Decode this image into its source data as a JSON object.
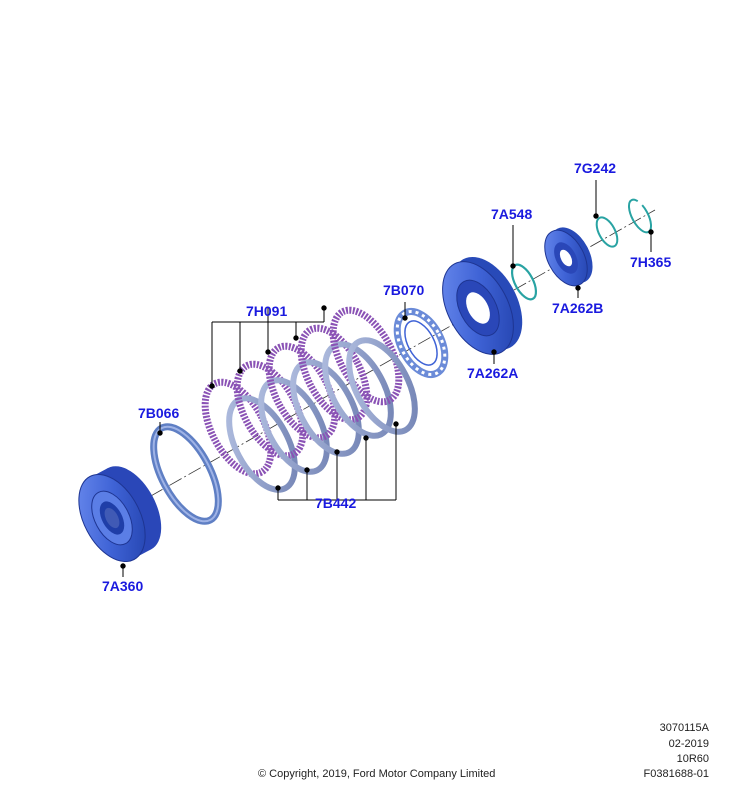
{
  "callouts": {
    "7A360": "7A360",
    "7B066": "7B066",
    "7H091": "7H091",
    "7B442": "7B442",
    "7B070": "7B070",
    "7A262A": "7A262A",
    "7A548": "7A548",
    "7A262B": "7A262B",
    "7G242": "7G242",
    "7H365": "7H365"
  },
  "footer": {
    "code": "3070115A",
    "date": "02-2019",
    "model": "10R60",
    "ref": "F0381688-01",
    "copyright": "© Copyright, 2019, Ford Motor Company Limited"
  },
  "colors": {
    "label": "#1a1adf",
    "part_blue": "#3f63d6",
    "friction_purple": "#8a52b5",
    "steel_plate": "#8a9bc8",
    "seal_teal": "#29a3a3"
  }
}
